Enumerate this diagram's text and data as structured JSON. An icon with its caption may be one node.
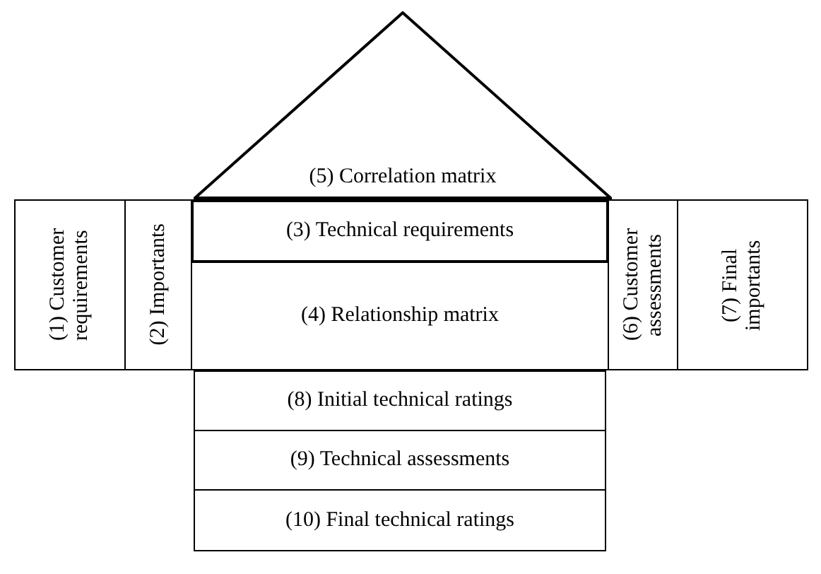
{
  "diagram": {
    "nodes": [
      {
        "text": [
          "(5) Correlation matrix"
        ]
      },
      {
        "text": [
          "(1) Customer requirements"
        ]
      },
      {
        "text": [
          "(2) Importants"
        ]
      },
      {
        "text": [
          "(3) Technical requirements"
        ]
      },
      {
        "text": [
          "(4) Relationship matrix"
        ]
      },
      {
        "text": [
          "(6) Customer assessments"
        ]
      },
      {
        "text": [
          "(7) Final importants"
        ]
      },
      {
        "text": [
          "(8) Initial technical ratings"
        ]
      },
      {
        "text": [
          "(9) Technical assessments"
        ]
      },
      {
        "text": [
          "(10) Final technical ratings"
        ]
      }
    ]
  }
}
